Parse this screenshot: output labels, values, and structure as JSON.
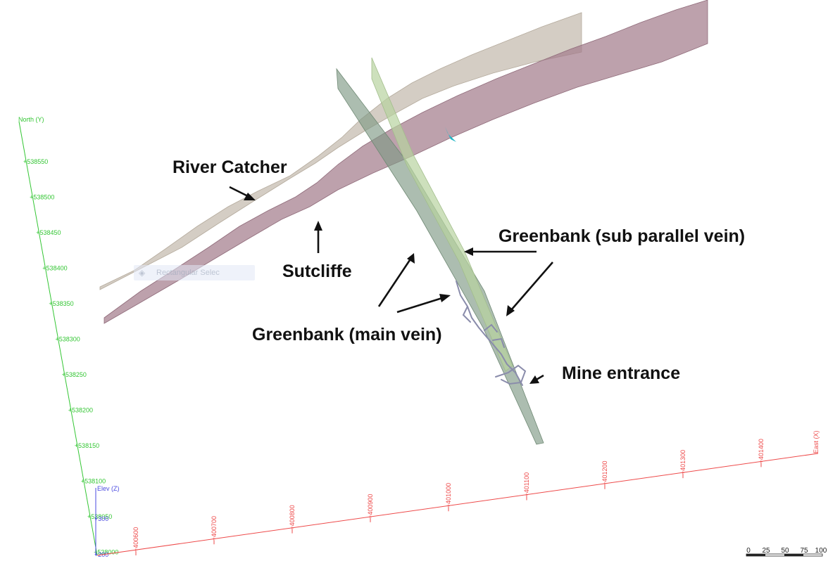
{
  "callouts": {
    "river_catcher": "River Catcher",
    "sutcliffe": "Sutcliffe",
    "greenbank_sub": "Greenbank (sub parallel vein)",
    "greenbank_main": "Greenbank (main vein)",
    "mine_entrance": "Mine entrance"
  },
  "ghost_tool": {
    "label": "Rectangular Selec"
  },
  "axes": {
    "north": {
      "label": "North (Y)",
      "color": "#34c634",
      "ticks": [
        "538550",
        "538500",
        "538450",
        "538400",
        "538350",
        "538300",
        "538250",
        "538200",
        "538150",
        "538100",
        "538050",
        "538000"
      ]
    },
    "east": {
      "label": "East (X)",
      "color": "#ee4a4a",
      "ticks": [
        "400600",
        "400700",
        "400800",
        "400900",
        "401000",
        "401100",
        "401200",
        "401300",
        "401400"
      ]
    },
    "elev": {
      "label": "Elev (Z)",
      "color": "#4a4ae0",
      "ticks": [
        "300",
        "200"
      ]
    }
  },
  "scale_bar": {
    "ticks": [
      "0",
      "25",
      "50",
      "75",
      "100"
    ]
  },
  "colors": {
    "river_catcher": "#c8bfb3",
    "sutcliffe": "#a47d8c",
    "greenbank_main": "#7f9a86",
    "greenbank_sub": "#b8d3a0",
    "workings": "#8a8cab",
    "marker": "#1fb6c6"
  }
}
